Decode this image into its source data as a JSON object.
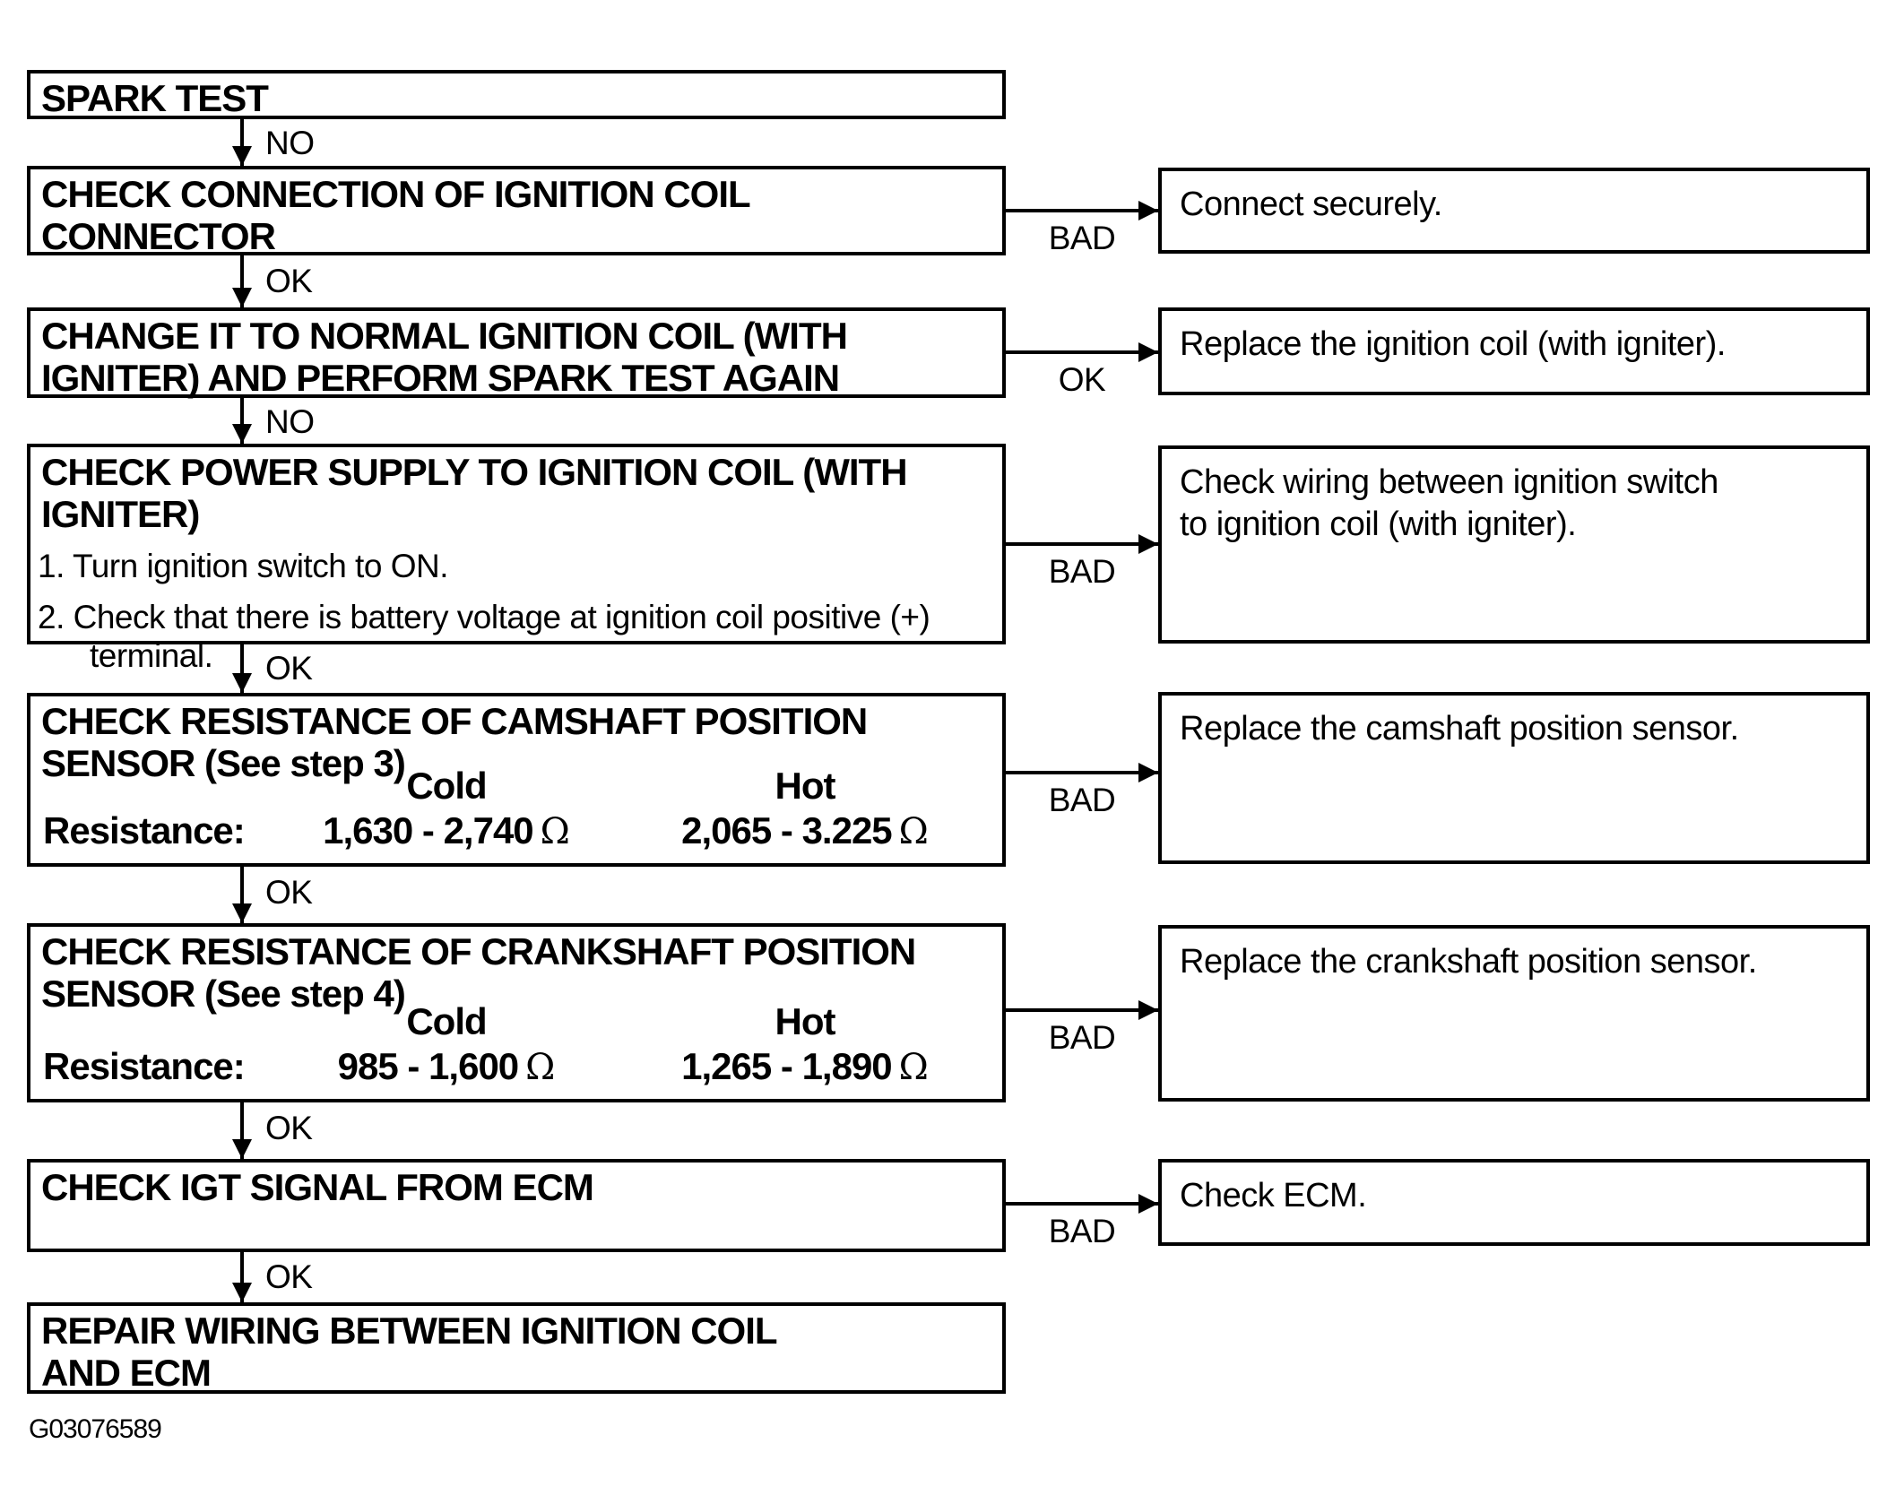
{
  "colors": {
    "ink": "#000000",
    "background": "#ffffff"
  },
  "figure_code": "G03076589",
  "flow": {
    "nodes": [
      {
        "id": "spark-test",
        "title": "SPARK TEST"
      },
      {
        "id": "check-connection",
        "in_label": "NO",
        "title": "CHECK CONNECTION OF IGNITION COIL\nCONNECTOR",
        "branch": {
          "label": "BAD",
          "result": "Connect securely."
        }
      },
      {
        "id": "change-coil",
        "in_label": "OK",
        "title": "CHANGE IT TO NORMAL IGNITION COIL (WITH\nIGNITER) AND PERFORM SPARK TEST AGAIN",
        "branch": {
          "label": "OK",
          "result": "Replace the ignition coil (with igniter)."
        }
      },
      {
        "id": "check-power-supply",
        "in_label": "NO",
        "title": "CHECK POWER SUPPLY TO IGNITION COIL (WITH\nIGNITER)",
        "items": [
          "1. Turn ignition switch to ON.",
          "2. Check that there is battery voltage at ignition coil positive (+)\nterminal."
        ],
        "branch": {
          "label": "BAD",
          "result": "Check wiring between ignition switch\nto ignition coil (with igniter)."
        }
      },
      {
        "id": "check-camshaft-sensor",
        "in_label": "OK",
        "title": "CHECK RESISTANCE OF CAMSHAFT POSITION\nSENSOR (See step 3)",
        "resistance": {
          "label": "Resistance:",
          "cold_header": "Cold",
          "hot_header": "Hot",
          "cold_value": "1,630 - 2,740",
          "hot_value": "2,065 - 3.225",
          "unit": "Ω"
        },
        "branch": {
          "label": "BAD",
          "result": "Replace the camshaft position sensor."
        }
      },
      {
        "id": "check-crankshaft-sensor",
        "in_label": "OK",
        "title": "CHECK RESISTANCE OF CRANKSHAFT POSITION\nSENSOR (See step 4)",
        "resistance": {
          "label": "Resistance:",
          "cold_header": "Cold",
          "hot_header": "Hot",
          "cold_value": "985 - 1,600",
          "hot_value": "1,265 - 1,890",
          "unit": "Ω"
        },
        "branch": {
          "label": "BAD",
          "result": "Replace the crankshaft position sensor."
        }
      },
      {
        "id": "check-igt-signal",
        "in_label": "OK",
        "title": "CHECK IGT SIGNAL FROM ECM",
        "branch": {
          "label": "BAD",
          "result": "Check ECM."
        }
      },
      {
        "id": "repair-wiring",
        "in_label": "OK",
        "title": "REPAIR WIRING BETWEEN IGNITION COIL\nAND ECM"
      }
    ]
  }
}
